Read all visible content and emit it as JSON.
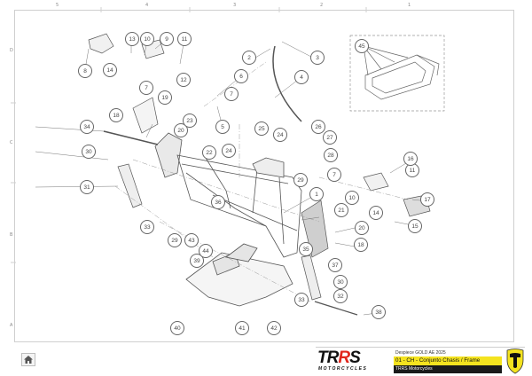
{
  "drawing": {
    "column_labels": [
      "5",
      "4",
      "3",
      "2",
      "1"
    ],
    "row_labels": [
      "D",
      "C",
      "B",
      "A"
    ],
    "callouts": [
      {
        "id": "1"
      },
      {
        "id": "2"
      },
      {
        "id": "3"
      },
      {
        "id": "4"
      },
      {
        "id": "5"
      },
      {
        "id": "6"
      },
      {
        "id": "7"
      },
      {
        "id": "7"
      },
      {
        "id": "7"
      },
      {
        "id": "8"
      },
      {
        "id": "9"
      },
      {
        "id": "10"
      },
      {
        "id": "10"
      },
      {
        "id": "11"
      },
      {
        "id": "11"
      },
      {
        "id": "12"
      },
      {
        "id": "13"
      },
      {
        "id": "14"
      },
      {
        "id": "14"
      },
      {
        "id": "15"
      },
      {
        "id": "16"
      },
      {
        "id": "17"
      },
      {
        "id": "18"
      },
      {
        "id": "18"
      },
      {
        "id": "19"
      },
      {
        "id": "20"
      },
      {
        "id": "20"
      },
      {
        "id": "21"
      },
      {
        "id": "22"
      },
      {
        "id": "23"
      },
      {
        "id": "24"
      },
      {
        "id": "24"
      },
      {
        "id": "25"
      },
      {
        "id": "26"
      },
      {
        "id": "27"
      },
      {
        "id": "28"
      },
      {
        "id": "29"
      },
      {
        "id": "29"
      },
      {
        "id": "30"
      },
      {
        "id": "30"
      },
      {
        "id": "31"
      },
      {
        "id": "32"
      },
      {
        "id": "33"
      },
      {
        "id": "33"
      },
      {
        "id": "34"
      },
      {
        "id": "35"
      },
      {
        "id": "36"
      },
      {
        "id": "37"
      },
      {
        "id": "38"
      },
      {
        "id": "39"
      },
      {
        "id": "40"
      },
      {
        "id": "41"
      },
      {
        "id": "42"
      },
      {
        "id": "43"
      },
      {
        "id": "44"
      },
      {
        "id": "45"
      }
    ],
    "detail_view_callout": "45"
  },
  "title_block": {
    "brand_main_a": "TR",
    "brand_main_b": "R",
    "brand_main_c": "S",
    "brand_sub": "MOTORCYCLES",
    "model": "Despiece GOLD AE 2025",
    "section": "01 - CH - Conjunto Chasis / Frame",
    "company": "TRRS Motorcycles"
  },
  "nav": {
    "home_label": "Home"
  },
  "colors": {
    "accent_yellow": "#f4e31f",
    "brand_red": "#e1261c",
    "dark": "#1a1a1a",
    "frame_line": "#cfcfcf"
  }
}
